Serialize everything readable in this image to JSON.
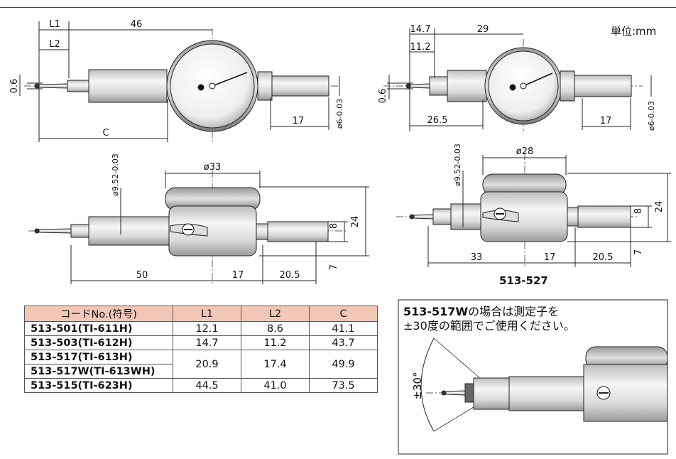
{
  "unit_label": "単位:mm",
  "model_label": "513-527",
  "note": {
    "model": "513-517W",
    "line1_rest": "の場合は測定子を",
    "line2": "±30度の範囲でご使用ください。",
    "angle_label": "±30°"
  },
  "dims_left_top": {
    "l1": "L1",
    "l2": "L2",
    "d46": "46",
    "d06": "0.6",
    "d17": "17",
    "c": "C",
    "d6": "ø6-0.03"
  },
  "dims_left_bottom": {
    "d952": "ø9.52-0.03",
    "d33": "ø33",
    "d8": "8",
    "d24": "24",
    "d7": "7",
    "d50": "50",
    "d17": "17",
    "d205": "20.5"
  },
  "dims_right_top": {
    "d147": "14.7",
    "d29": "29",
    "d112": "11.2",
    "d06": "0.6",
    "d265": "26.5",
    "d17": "17",
    "d6": "ø6-0.03"
  },
  "dims_right_bottom": {
    "d28": "ø28",
    "d952": "ø9.52-0.03",
    "d8": "8",
    "d24": "24",
    "d7": "7",
    "d33": "33",
    "d17": "17",
    "d205": "20.5"
  },
  "table": {
    "headers": [
      "コードNo.(符号)",
      "L1",
      "L2",
      "C"
    ],
    "rows": [
      {
        "codes": [
          "513-501(TI-611H)"
        ],
        "l1": "12.1",
        "l2": "8.6",
        "c": "41.1"
      },
      {
        "codes": [
          "513-503(TI-612H)"
        ],
        "l1": "14.7",
        "l2": "11.2",
        "c": "43.7"
      },
      {
        "codes": [
          "513-517(TI-613H)",
          "513-517W(TI-613WH)"
        ],
        "l1": "20.9",
        "l2": "17.4",
        "c": "49.9"
      },
      {
        "codes": [
          "513-515(TI-623H)"
        ],
        "l1": "44.5",
        "l2": "41.0",
        "c": "73.5"
      }
    ]
  },
  "colors": {
    "header_bg": "#f2c7b8",
    "line": "#222222",
    "body_fill": "#e8e8e8"
  }
}
